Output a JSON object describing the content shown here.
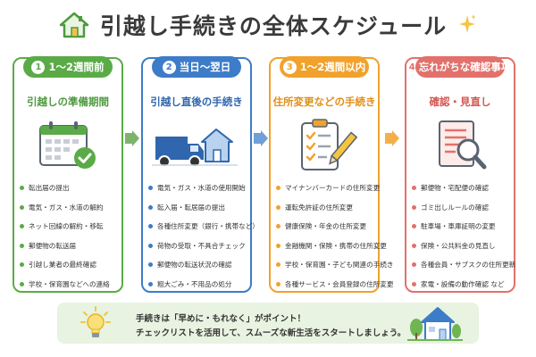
{
  "header": {
    "title": "引越し手続きの全体スケジュール"
  },
  "cards": [
    {
      "number": "1",
      "badge": "1〜2週間前",
      "subtitle": "引越しの準備期間",
      "color": "#5aab47",
      "icon": "calendar-check-icon",
      "items": [
        "転出届の提出",
        "電気・ガス・水道の解約",
        "ネット回線の解約・移転",
        "郵便物の転送届",
        "引越し業者の最終確認",
        "学校・保育園などへの連絡"
      ]
    },
    {
      "number": "2",
      "badge": "当日〜翌日",
      "subtitle": "引越し直後の手続き",
      "color": "#3d7cc8",
      "icon": "moving-truck-house-icon",
      "items": [
        "電気・ガス・水道の使用開始",
        "転入届・転居届の提出",
        "各種住所変更（銀行・携帯など）",
        "荷物の受取・不具合チェック",
        "郵便物の転送状況の確認",
        "粗大ごみ・不用品の処分"
      ]
    },
    {
      "number": "3",
      "badge": "1〜2週間以内",
      "subtitle": "住所変更などの手続き",
      "color": "#f1a22c",
      "icon": "clipboard-checklist-icon",
      "items": [
        "マイナンバーカードの住所変更",
        "運転免許証の住所変更",
        "健康保険・年金の住所変更",
        "金融機関・保険・携帯の住所変更",
        "学校・保育園・子ども関連の手続き",
        "各種サービス・会員登録の住所変更"
      ]
    },
    {
      "number": "4",
      "badge": "忘れがちな確認事項",
      "subtitle": "確認・見直し",
      "color": "#e2706b",
      "icon": "document-magnifier-icon",
      "items": [
        "郵便物・宅配便の確認",
        "ゴミ出しルールの確認",
        "駐車場・車庫証明の変更",
        "保険・公共料金の見直し",
        "各種会員・サブスクの住所更新",
        "家電・設備の動作確認 など"
      ]
    }
  ],
  "note": {
    "line1": "手続きは「早めに・もれなく」がポイント！",
    "line2": "チェックリストを活用して、スムーズな新生活をスタートしましょう。"
  },
  "colors": {
    "arrow": "#7db36a",
    "note_bg": "#e8f3e1"
  }
}
